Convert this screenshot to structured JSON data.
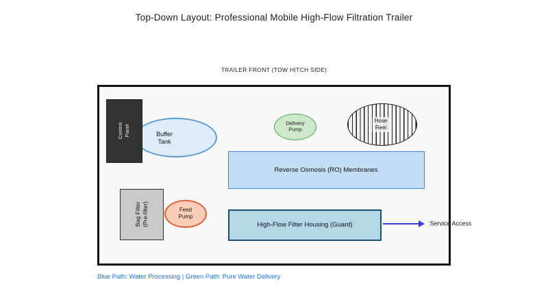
{
  "page": {
    "title": "Top-Down Layout: Professional Mobile High-Flow Filtration Trailer",
    "front_label": "TRAILER FRONT (TOW HITCH SIDE)",
    "caption": "Blue Path: Water Processing | Green Path: Pure Water Delivery"
  },
  "components": {
    "control_panel": {
      "label": "Control\nPanel"
    },
    "buffer_tank": {
      "label": "Buffer\nTank"
    },
    "delivery_pump": {
      "label": "Delivery\nPump"
    },
    "hose_reel": {
      "label": "Hose\nReel"
    },
    "ro_membranes": {
      "label": "Reverse Osmosis (RO) Membranes"
    },
    "bag_filter": {
      "label": "Bag Filter\n(Pre-filter)"
    },
    "feed_pump": {
      "label": "Feed\nPump"
    },
    "filter_housing": {
      "label": "High-Flow Filter Housing (Guard)"
    },
    "service_access": {
      "label": "Service Access"
    }
  },
  "colors": {
    "caption_blue": "#1a73e8",
    "arrow_blue": "#3c3ccd",
    "trailer_border": "#111111",
    "trailer_fill": "#f8f8f8",
    "control_panel_fill": "#333333",
    "buffer_tank_fill": "#ddebfa",
    "buffer_tank_border": "#5b9bd5",
    "delivery_pump_fill": "#cde9ca",
    "delivery_pump_border": "#4e9a51",
    "hose_reel_stripe": "#1a1a1a",
    "ro_membranes_fill": "#c3ddf6",
    "ro_membranes_border": "#3f87d6",
    "bag_filter_fill": "#c9c9c9",
    "feed_pump_fill": "#fccdb6",
    "feed_pump_border": "#e0603c",
    "filter_housing_fill": "#b4d7e7",
    "filter_housing_border": "#1b4f72"
  }
}
